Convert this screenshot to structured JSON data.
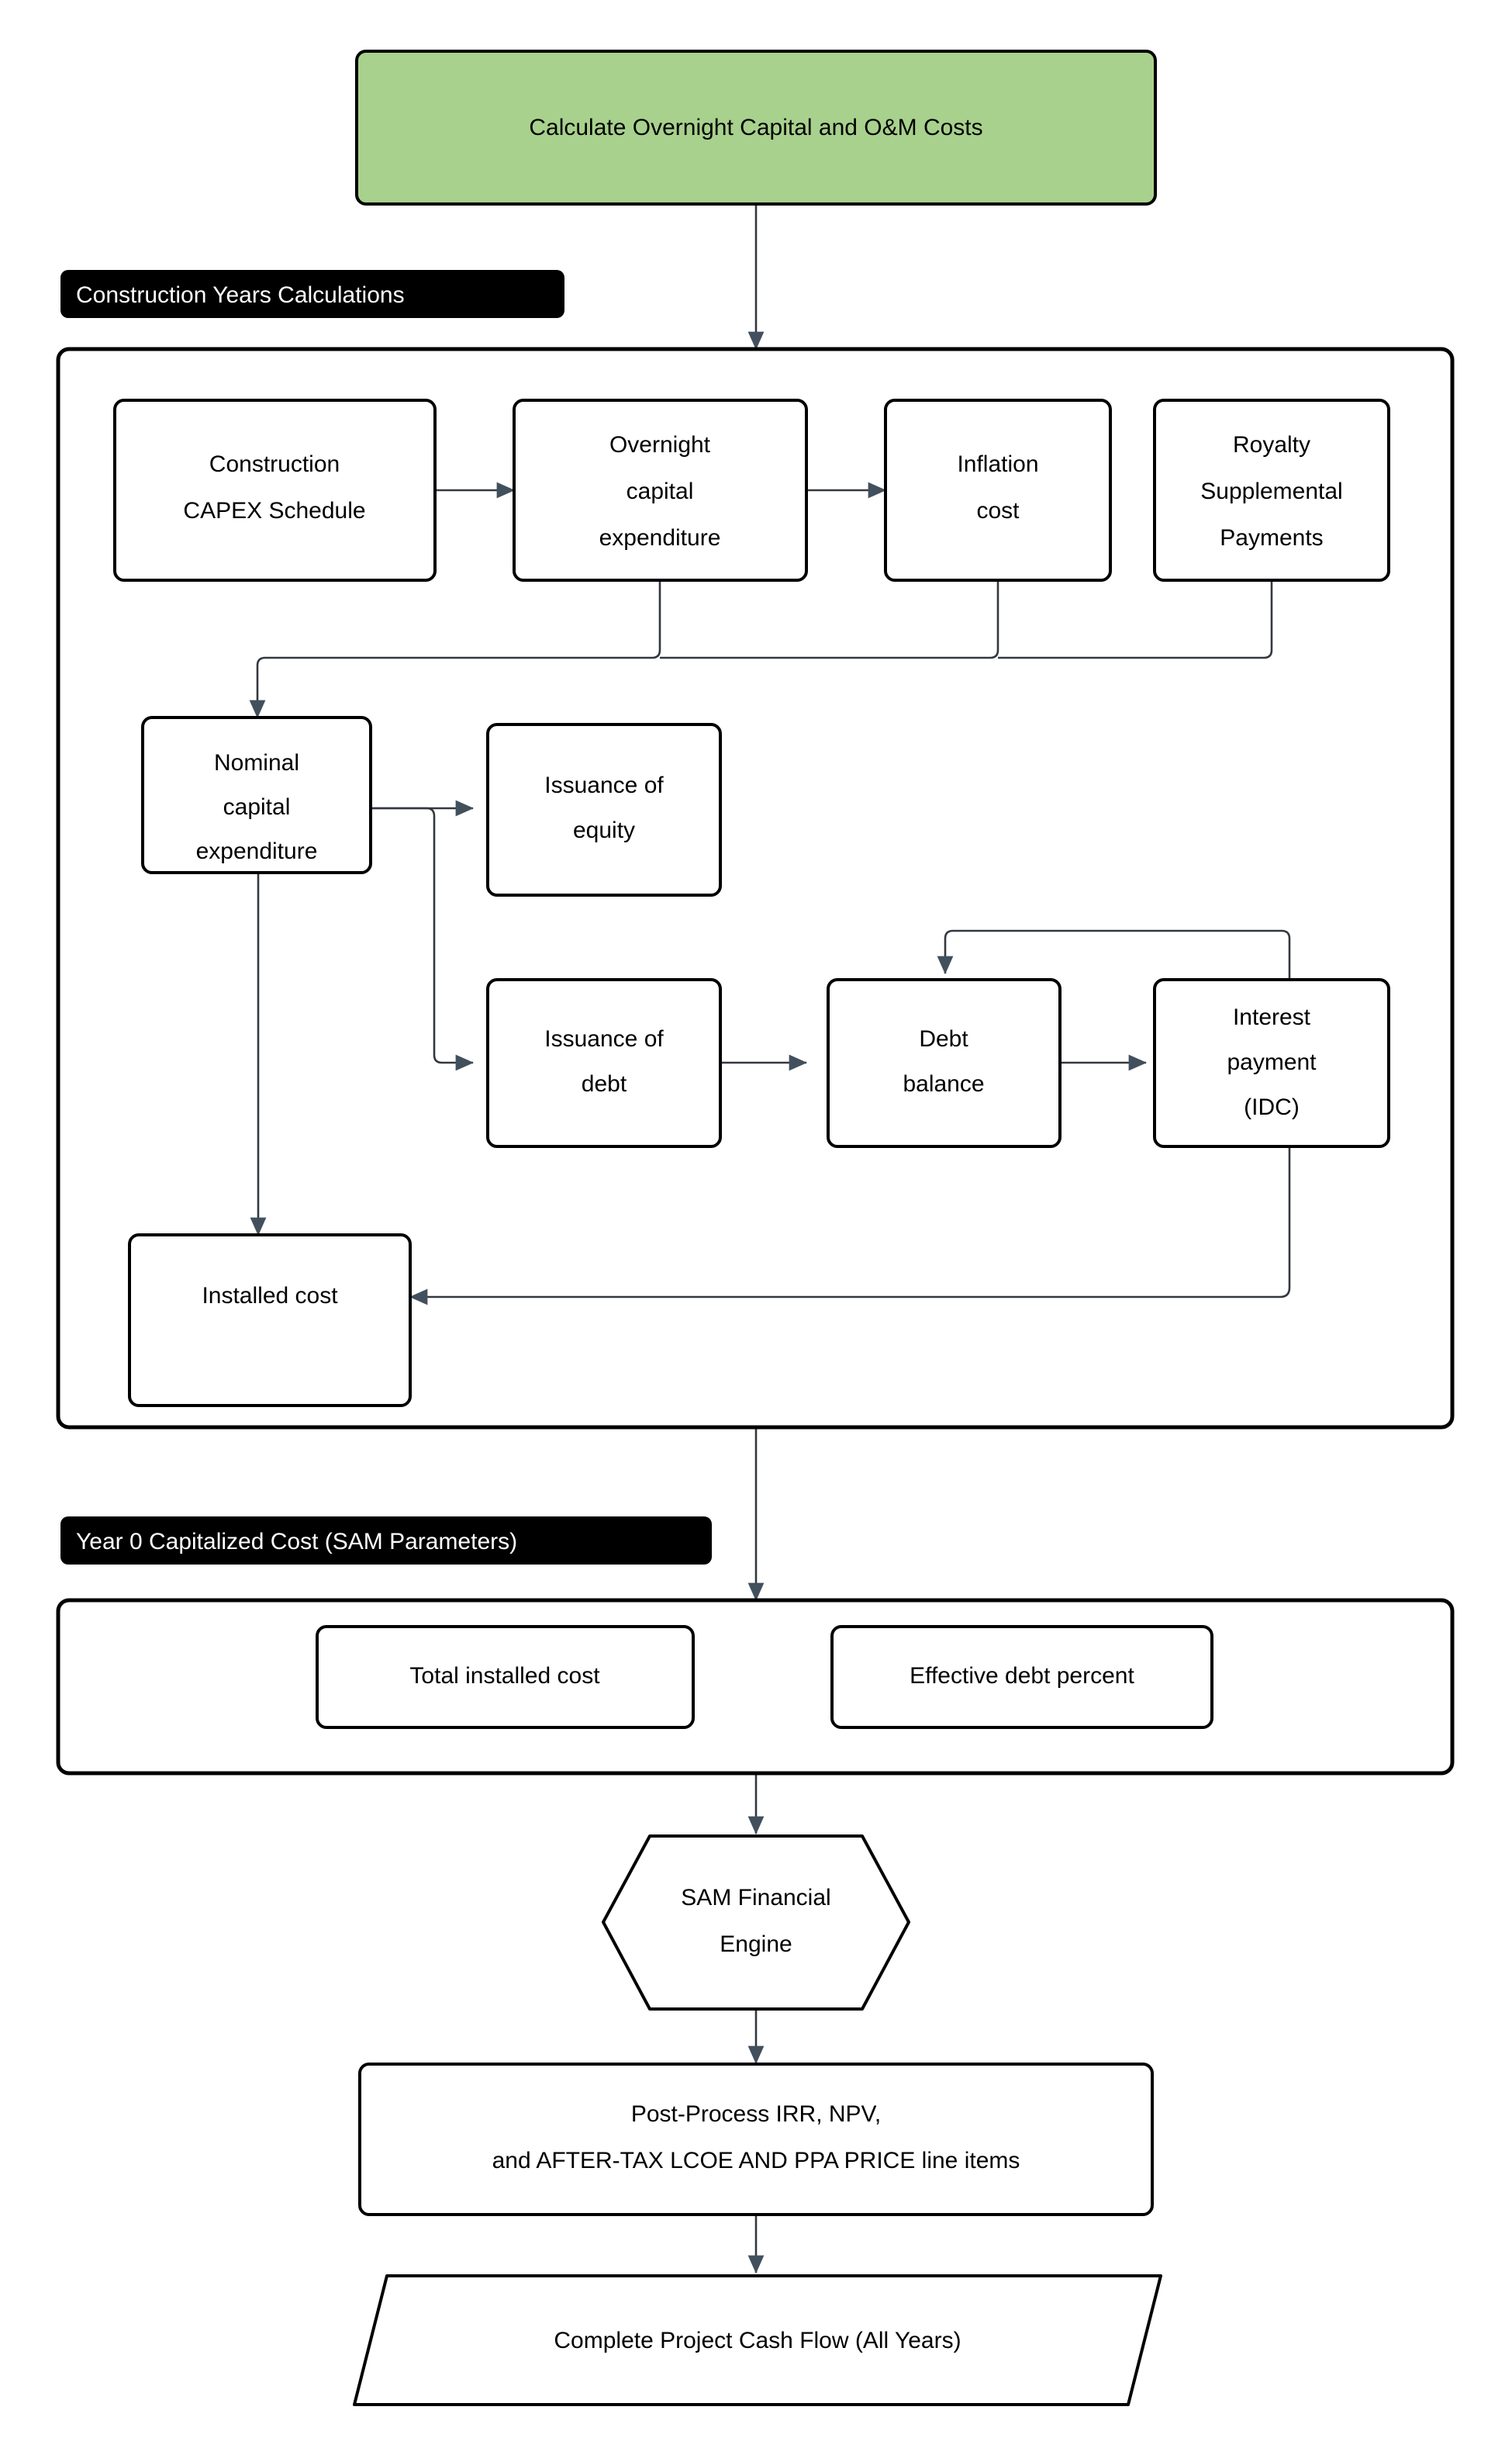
{
  "diagram": {
    "title_node": {
      "label": "Calculate Overnight Capital and O&M Costs"
    },
    "groups": [
      {
        "id": "construction-years",
        "label": "Construction Years Calculations"
      },
      {
        "id": "year-zero",
        "label": "Year 0 Capitalized Cost (SAM Parameters)"
      }
    ],
    "nodes": {
      "construction_capex_schedule": {
        "line1": "Construction",
        "line2": "CAPEX Schedule"
      },
      "overnight_capital_expenditure": {
        "line1": "Overnight",
        "line2": "capital",
        "line3": "expenditure"
      },
      "inflation_cost": {
        "line1": "Inflation",
        "line2": "cost"
      },
      "royalty_supplemental_payments": {
        "line1": "Royalty",
        "line2": "Supplemental",
        "line3": "Payments"
      },
      "nominal_capital_expenditure": {
        "line1": "Nominal",
        "line2": "capital",
        "line3": "expenditure"
      },
      "issuance_of_equity": {
        "line1": "Issuance of",
        "line2": "equity"
      },
      "issuance_of_debt": {
        "line1": "Issuance of",
        "line2": "debt"
      },
      "debt_balance": {
        "line1": "Debt",
        "line2": "balance"
      },
      "interest_payment_idc": {
        "line1": "Interest",
        "line2": "payment",
        "line3": "(IDC)"
      },
      "installed_cost": {
        "line1": "Installed cost"
      },
      "total_installed_cost": {
        "line1": "Total installed cost"
      },
      "effective_debt_percent": {
        "line1": "Effective debt percent"
      },
      "sam_financial_engine": {
        "line1": "SAM Financial",
        "line2": "Engine"
      },
      "post_process": {
        "line1": "Post-Process IRR, NPV,",
        "line2": "and AFTER-TAX LCOE AND PPA PRICE line items"
      },
      "complete_project_cash_flow": {
        "line1": "Complete Project Cash Flow (All Years)"
      }
    },
    "colors": {
      "start_fill": "#a8d18d",
      "node_fill": "#ffffff",
      "node_stroke": "#000000",
      "edge_stroke": "#333840",
      "group_label_fill": "#000000",
      "group_label_text": "#ffffff"
    },
    "edges": [
      {
        "from": "title_node",
        "to": "construction-years-group"
      },
      {
        "from": "construction_capex_schedule",
        "to": "overnight_capital_expenditure"
      },
      {
        "from": "overnight_capital_expenditure",
        "to": "inflation_cost"
      },
      {
        "from": "overnight_capital_expenditure",
        "to": "nominal_capital_expenditure"
      },
      {
        "from": "inflation_cost",
        "to": "nominal_capital_expenditure"
      },
      {
        "from": "royalty_supplemental_payments",
        "to": "nominal_capital_expenditure"
      },
      {
        "from": "nominal_capital_expenditure",
        "to": "issuance_of_equity"
      },
      {
        "from": "nominal_capital_expenditure",
        "to": "issuance_of_debt"
      },
      {
        "from": "nominal_capital_expenditure",
        "to": "installed_cost"
      },
      {
        "from": "issuance_of_debt",
        "to": "debt_balance"
      },
      {
        "from": "debt_balance",
        "to": "interest_payment_idc"
      },
      {
        "from": "interest_payment_idc",
        "to": "debt_balance"
      },
      {
        "from": "interest_payment_idc",
        "to": "installed_cost"
      },
      {
        "from": "construction-years-group",
        "to": "year-zero-group"
      },
      {
        "from": "year-zero-group",
        "to": "sam_financial_engine"
      },
      {
        "from": "sam_financial_engine",
        "to": "post_process"
      },
      {
        "from": "post_process",
        "to": "complete_project_cash_flow"
      }
    ]
  }
}
